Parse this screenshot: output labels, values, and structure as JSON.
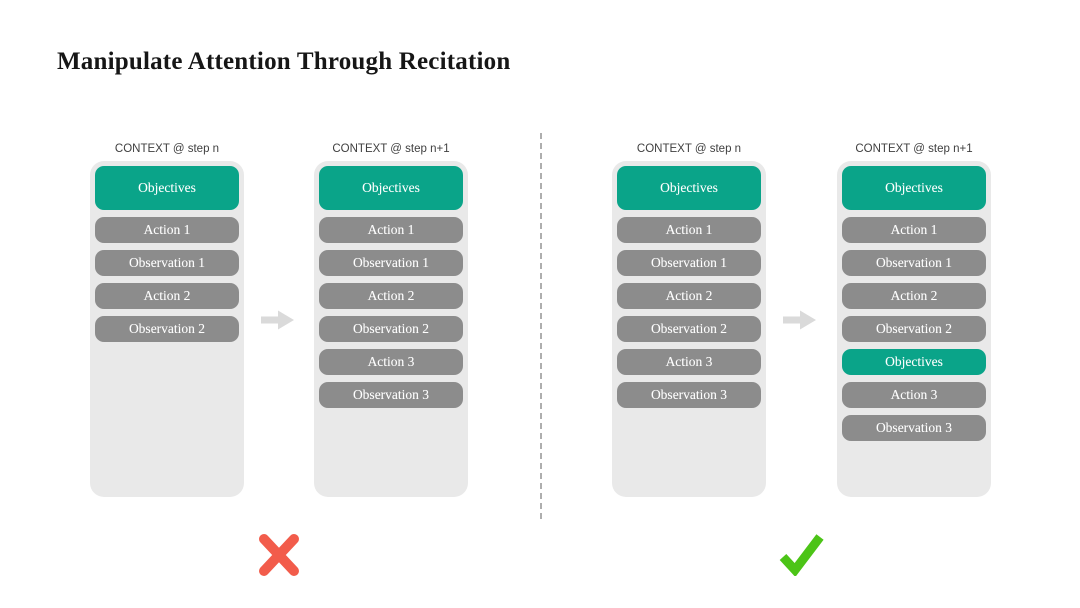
{
  "title": "Manipulate Attention Through Recitation",
  "colors": {
    "background": "#ffffff",
    "teal_pill": "#0aa489",
    "gray_pill": "#8c8c8c",
    "container_bg": "#e9e9e9",
    "header_text": "#3f3f3f",
    "pill_text": "#ffffff",
    "arrow": "#dadada",
    "divider": "#aeaeae",
    "cross": "#f25c4b",
    "check": "#4cc417"
  },
  "panels": [
    {
      "name": "without-recitation",
      "verdict": "cross",
      "columns": [
        {
          "header": "CONTEXT @ step n",
          "pills": [
            {
              "label": "Objectives",
              "variant": "teal",
              "tall": true
            },
            {
              "label": "Action 1",
              "variant": "gray",
              "tall": false
            },
            {
              "label": "Observation 1",
              "variant": "gray",
              "tall": false
            },
            {
              "label": "Action 2",
              "variant": "gray",
              "tall": false
            },
            {
              "label": "Observation 2",
              "variant": "gray",
              "tall": false
            }
          ]
        },
        {
          "header": "CONTEXT @ step n+1",
          "pills": [
            {
              "label": "Objectives",
              "variant": "teal",
              "tall": true
            },
            {
              "label": "Action 1",
              "variant": "gray",
              "tall": false
            },
            {
              "label": "Observation 1",
              "variant": "gray",
              "tall": false
            },
            {
              "label": "Action 2",
              "variant": "gray",
              "tall": false
            },
            {
              "label": "Observation 2",
              "variant": "gray",
              "tall": false
            },
            {
              "label": "Action 3",
              "variant": "gray",
              "tall": false
            },
            {
              "label": "Observation 3",
              "variant": "gray",
              "tall": false
            }
          ]
        }
      ]
    },
    {
      "name": "with-recitation",
      "verdict": "check",
      "columns": [
        {
          "header": "CONTEXT @ step n",
          "pills": [
            {
              "label": "Objectives",
              "variant": "teal",
              "tall": true
            },
            {
              "label": "Action 1",
              "variant": "gray",
              "tall": false
            },
            {
              "label": "Observation 1",
              "variant": "gray",
              "tall": false
            },
            {
              "label": "Action 2",
              "variant": "gray",
              "tall": false
            },
            {
              "label": "Observation 2",
              "variant": "gray",
              "tall": false
            },
            {
              "label": "Action 3",
              "variant": "gray",
              "tall": false
            },
            {
              "label": "Observation 3",
              "variant": "gray",
              "tall": false
            }
          ]
        },
        {
          "header": "CONTEXT @ step n+1",
          "pills": [
            {
              "label": "Objectives",
              "variant": "teal",
              "tall": true
            },
            {
              "label": "Action 1",
              "variant": "gray",
              "tall": false
            },
            {
              "label": "Observation 1",
              "variant": "gray",
              "tall": false
            },
            {
              "label": "Action 2",
              "variant": "gray",
              "tall": false
            },
            {
              "label": "Observation 2",
              "variant": "gray",
              "tall": false
            },
            {
              "label": "Objectives",
              "variant": "teal",
              "tall": false
            },
            {
              "label": "Action 3",
              "variant": "gray",
              "tall": false
            },
            {
              "label": "Observation 3",
              "variant": "gray",
              "tall": false
            }
          ]
        }
      ]
    }
  ]
}
